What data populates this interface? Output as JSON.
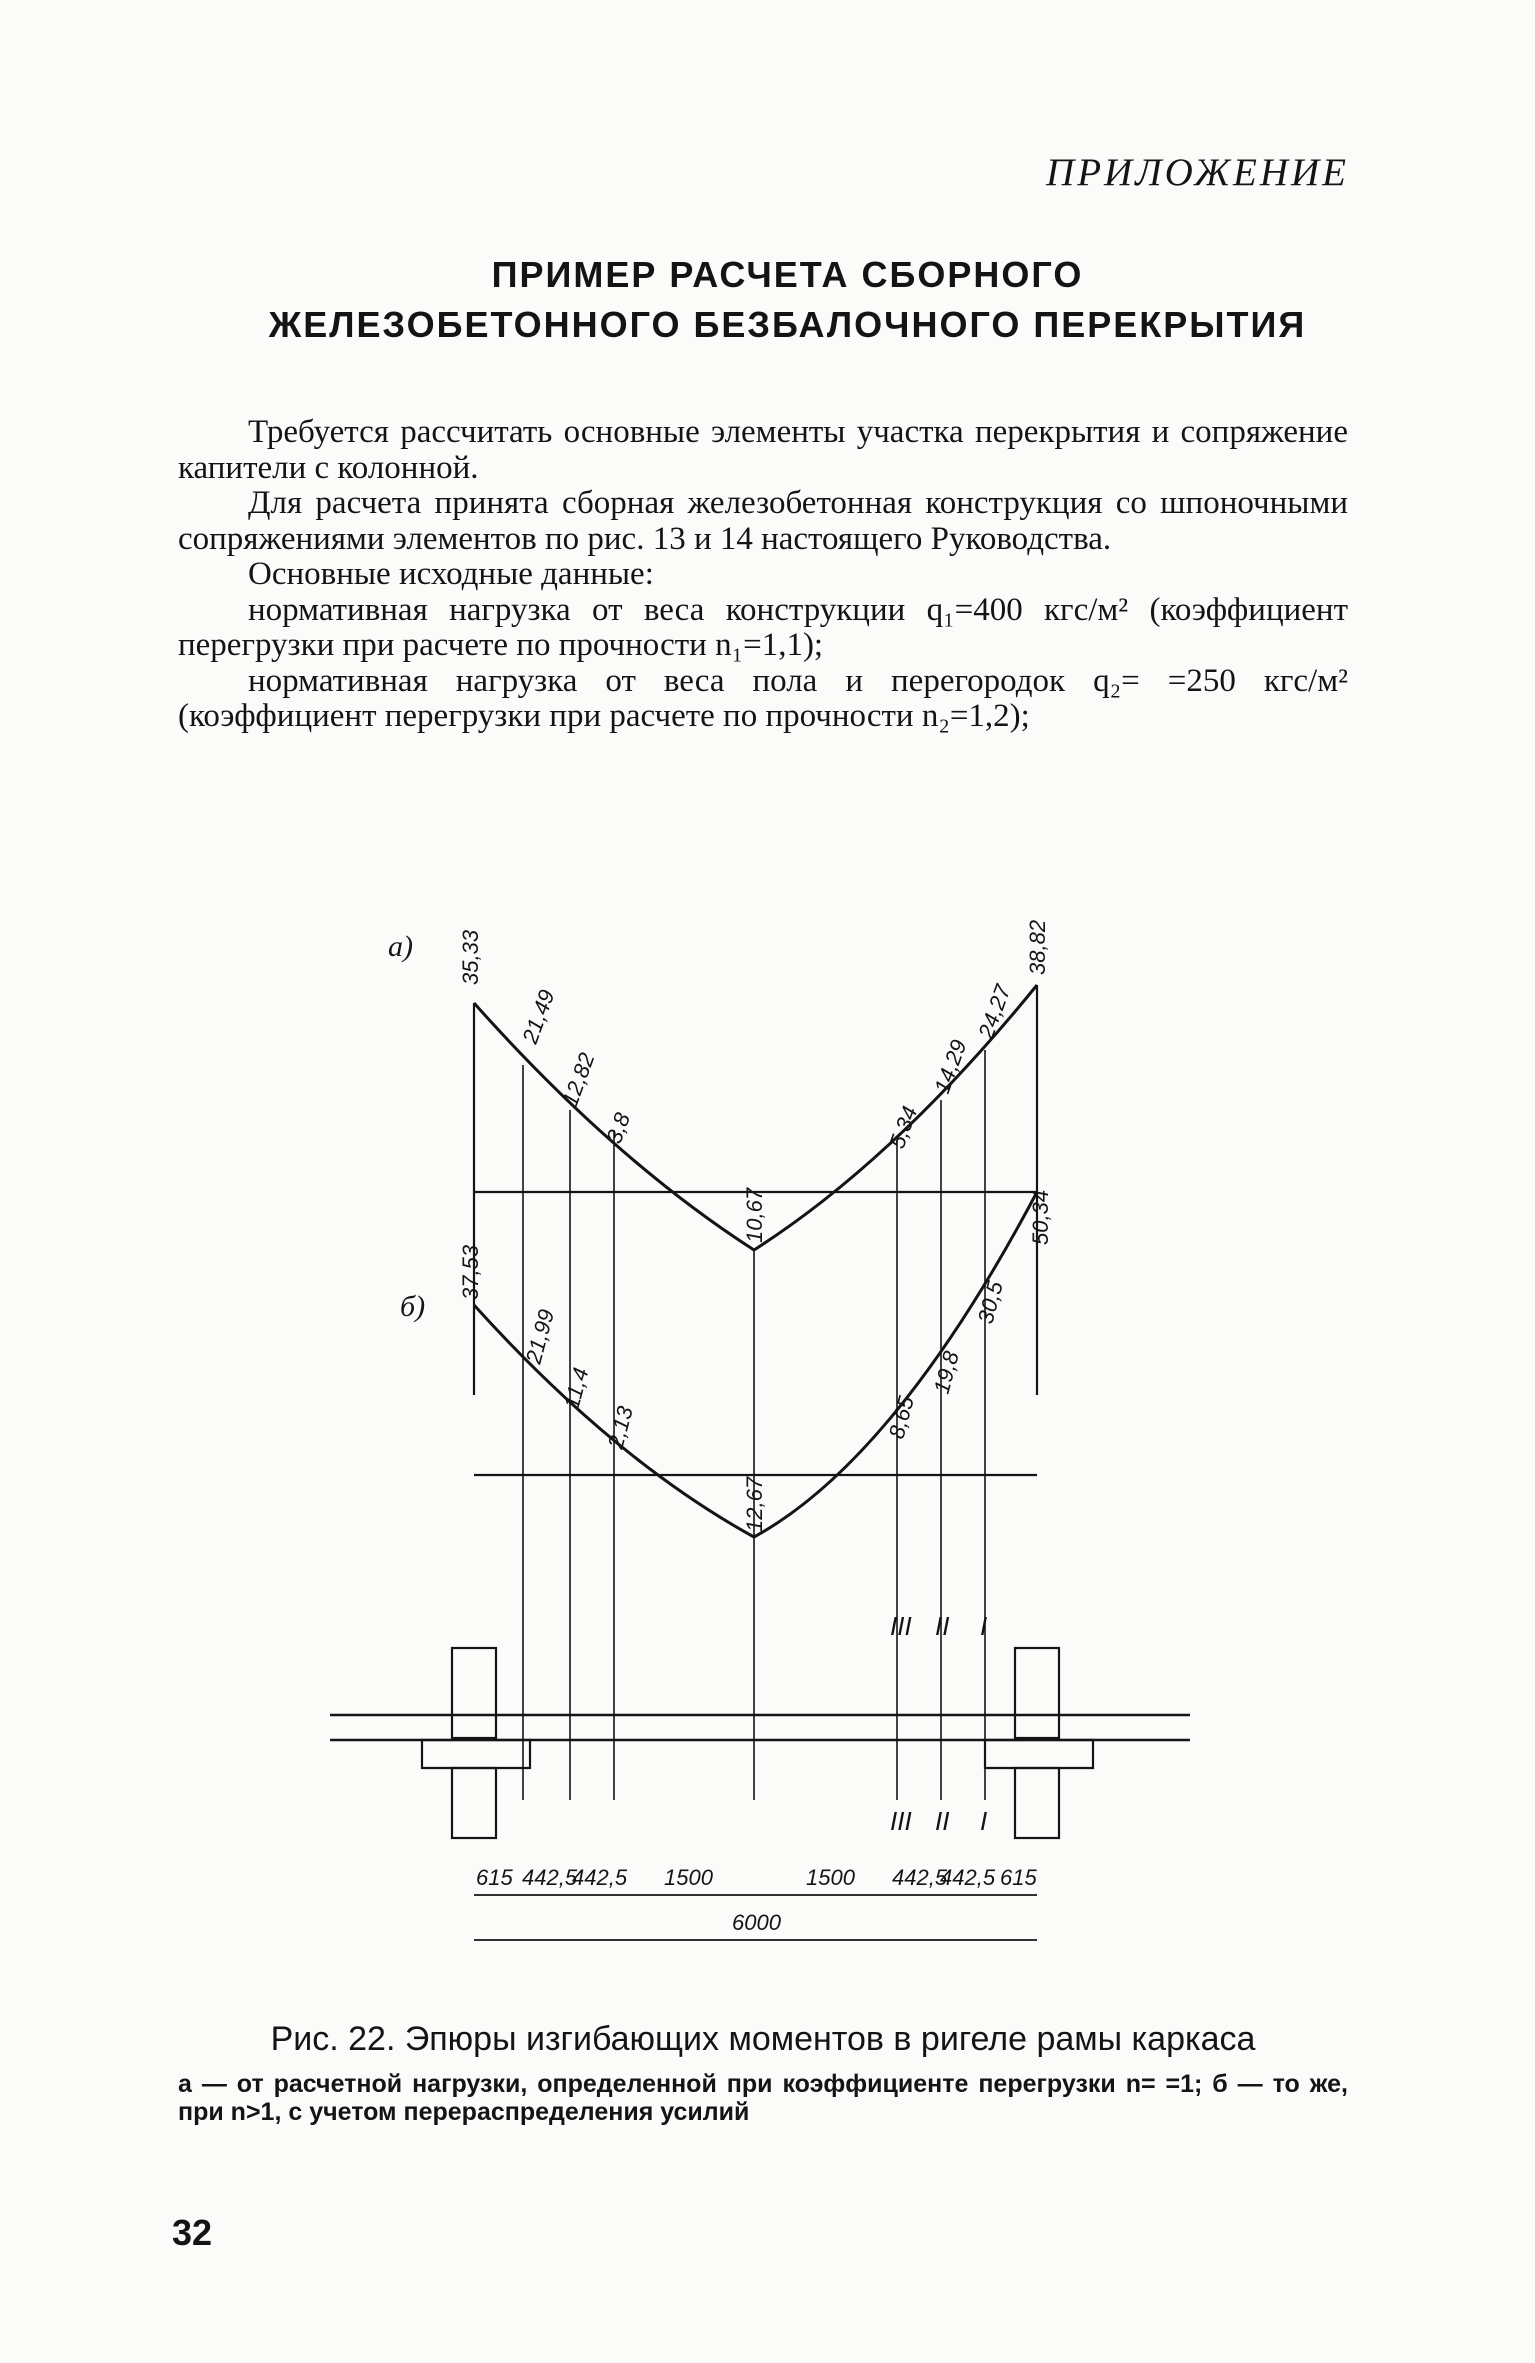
{
  "header": {
    "section": "ПРИЛОЖЕНИЕ"
  },
  "title": {
    "line1": "ПРИМЕР РАСЧЕТА СБОРНОГО",
    "line2": "ЖЕЛЕЗОБЕТОННОГО БЕЗБАЛОЧНОГО ПЕРЕКРЫТИЯ"
  },
  "body": {
    "p1": "Требуется рассчитать основные элементы участка перекрытия и сопряжение капители с колонной.",
    "p2": "Для расчета принята сборная железобетонная конструкция со шпоночными сопряжениями элементов по рис. 13 и 14 настоящего Руководства.",
    "p3": "Основные исходные данные:",
    "p4": "нормативная нагрузка от веса конструкции q₁=400 кгс/м² (коэффициент перегрузки при расчете по прочности n₁=1,1);",
    "p5": "нормативная нагрузка от веса пола и перегородок q₂= =250 кгс/м² (коэффициент перегрузки при расчете по прочности n₂=1,2);"
  },
  "figure": {
    "label_a": "а)",
    "label_b": "б)",
    "diagram_a_values": [
      "35,33",
      "21,49",
      "12,82",
      "3,8",
      "10,67",
      "5,34",
      "14,29",
      "24,27",
      "38,82"
    ],
    "diagram_b_values": [
      "37,53",
      "21,99",
      "11,4",
      "2,13",
      "12,67",
      "8,65",
      "19,8",
      "30,5",
      "50,34"
    ],
    "section_marks": [
      "III",
      "II",
      "I"
    ],
    "dimensions": [
      "615",
      "442,5",
      "442,5",
      "1500",
      "1500",
      "442,5",
      "442,5",
      "615"
    ],
    "total_dimension": "6000"
  },
  "caption": {
    "title": "Рис. 22. Эпюры изгибающих моментов в ригеле рамы каркаса",
    "note": "а — от расчетной нагрузки, определенной при коэффициенте перегрузки n= =1; б — то же, при n>1, с учетом перераспределения усилий"
  },
  "page": {
    "number": "32"
  }
}
